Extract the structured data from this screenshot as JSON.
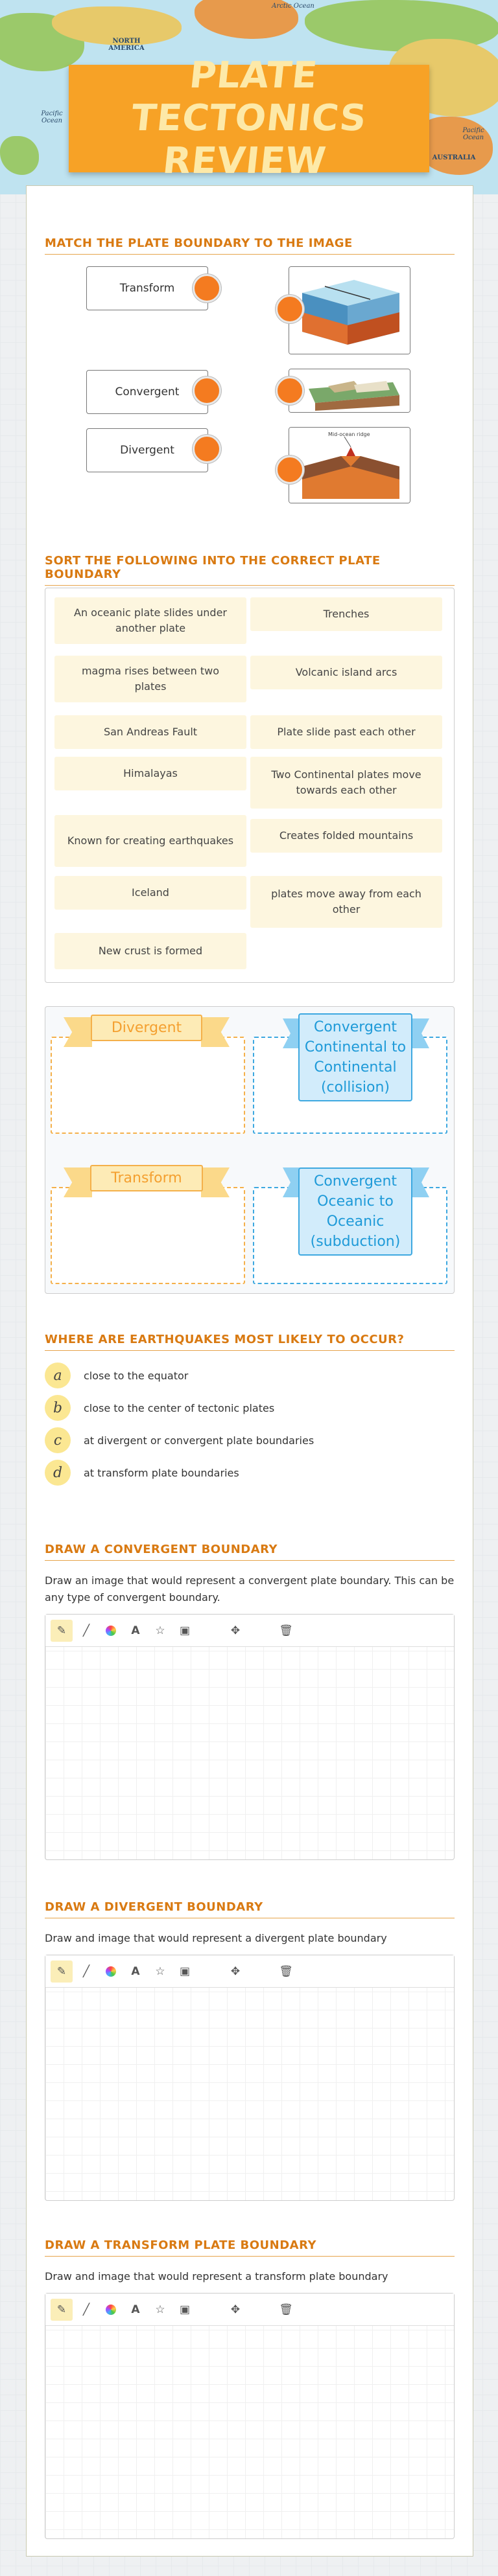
{
  "header": {
    "title": "PLATE TECTONICS REVIEW",
    "map_labels": {
      "arctic": "Arctic Ocean",
      "pacific": "Pacific Ocean",
      "pacific2": "Pacific Ocean",
      "north_america": "NORTH AMERICA",
      "australia": "AUSTRALIA"
    }
  },
  "match": {
    "title": "Match the plate boundary to the image",
    "items": [
      "Transform",
      "Convergent",
      "Divergent"
    ],
    "images": [
      "transform-fault-block-diagram",
      "convergent-plates-diagram",
      "divergent-ridge-diagram"
    ],
    "image_caption": "Mid-ocean ridge"
  },
  "sort": {
    "title": "Sort the following into the correct plate boundary",
    "chips": [
      "An oceanic plate slides under another plate",
      "Trenches",
      "magma rises between two plates",
      "Volcanic island arcs",
      "San Andreas Fault",
      "Plate slide past each other",
      "Himalayas",
      "Two Continental plates move towards each other",
      "Known for creating earthquakes",
      "Creates folded mountains",
      "Iceland",
      "plates move away from each other",
      "New crust is formed"
    ],
    "bins": [
      "Divergent",
      "Convergent Continental to Continental (collision)",
      "Transform",
      "Convergent Oceanic to Oceanic (subduction)"
    ]
  },
  "quiz": {
    "title": "Where are earthquakes most likely to occur?",
    "options": [
      {
        "letter": "a",
        "text": "close to the equator"
      },
      {
        "letter": "b",
        "text": "close to the center of tectonic plates"
      },
      {
        "letter": "c",
        "text": "at divergent or convergent plate boundaries"
      },
      {
        "letter": "d",
        "text": "at transform plate boundaries"
      }
    ]
  },
  "draw1": {
    "title": "Draw a convergent boundary",
    "prompt": "Draw an image that would represent a convergent plate boundary. This can be any type of convergent boundary."
  },
  "draw2": {
    "title": "Draw a divergent boundary",
    "prompt": "Draw and image that would represent a divergent plate boundary"
  },
  "draw3": {
    "title": "Draw a transform plate boundary",
    "prompt": "Draw and image that would represent a transform plate boundary"
  },
  "toolbar_icons": [
    "pencil-icon",
    "pen-icon",
    "color-wheel-icon",
    "text-icon",
    "star-icon",
    "image-icon",
    "move-icon",
    "trash-icon"
  ],
  "colors": {
    "accent": "#f7a226",
    "heading": "#d97a12",
    "dot": "#f47b20",
    "chip": "#fdf6df",
    "blue": "#3da8e0",
    "orange_bin": "#f4b04a"
  }
}
